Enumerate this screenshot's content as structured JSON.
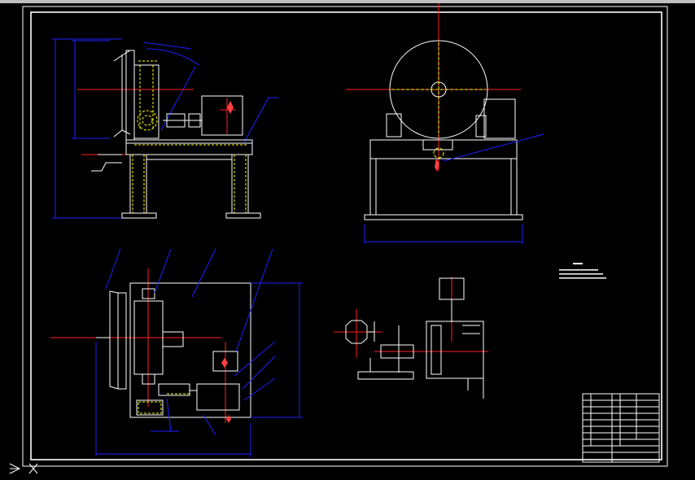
{
  "drawing": {
    "background": "#000000",
    "colors": {
      "outline": "#ffffff",
      "dimension": "#2020ff",
      "centerline": "#ff2020",
      "hidden": "#ffff00",
      "detail": "#ff4040"
    },
    "views": [
      "front-view",
      "side-view",
      "top-view",
      "transmission-schematic",
      "technical-notes",
      "title-block"
    ],
    "icons": [
      "ucs-axis-icon"
    ]
  }
}
